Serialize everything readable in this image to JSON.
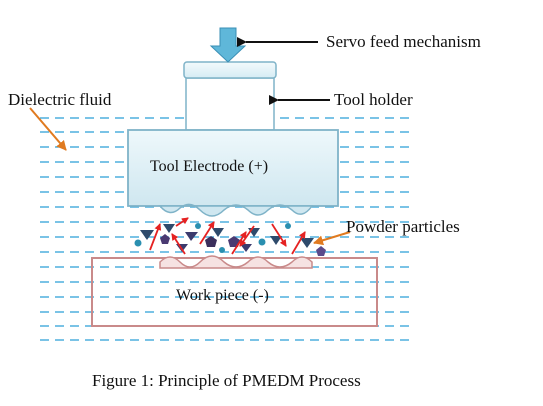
{
  "labels": {
    "servo": "Servo feed mechanism",
    "tool_holder": "Tool holder",
    "dielectric": "Dielectric fluid",
    "tool_electrode": "Tool Electrode (+)",
    "powder": "Powder particles",
    "workpiece": "Work piece (-)"
  },
  "caption": "Figure 1:  Principle of PMEDM Process",
  "colors": {
    "fluid_lines": "#2a9fd6",
    "electrode_fill": "#dff1f7",
    "electrode_stroke": "#7fb3c8",
    "workpiece_stroke": "#c98a8a",
    "workpiece_fill": "#f6e2e2",
    "arrow_black": "#111111",
    "arrow_orange": "#e07a1f",
    "spark_red": "#e52222",
    "feed_arrow": "#5fb7d9"
  },
  "icons": [
    "down-arrow-icon",
    "triangle-particle-icon",
    "pentagon-particle-icon",
    "circle-particle-icon"
  ]
}
